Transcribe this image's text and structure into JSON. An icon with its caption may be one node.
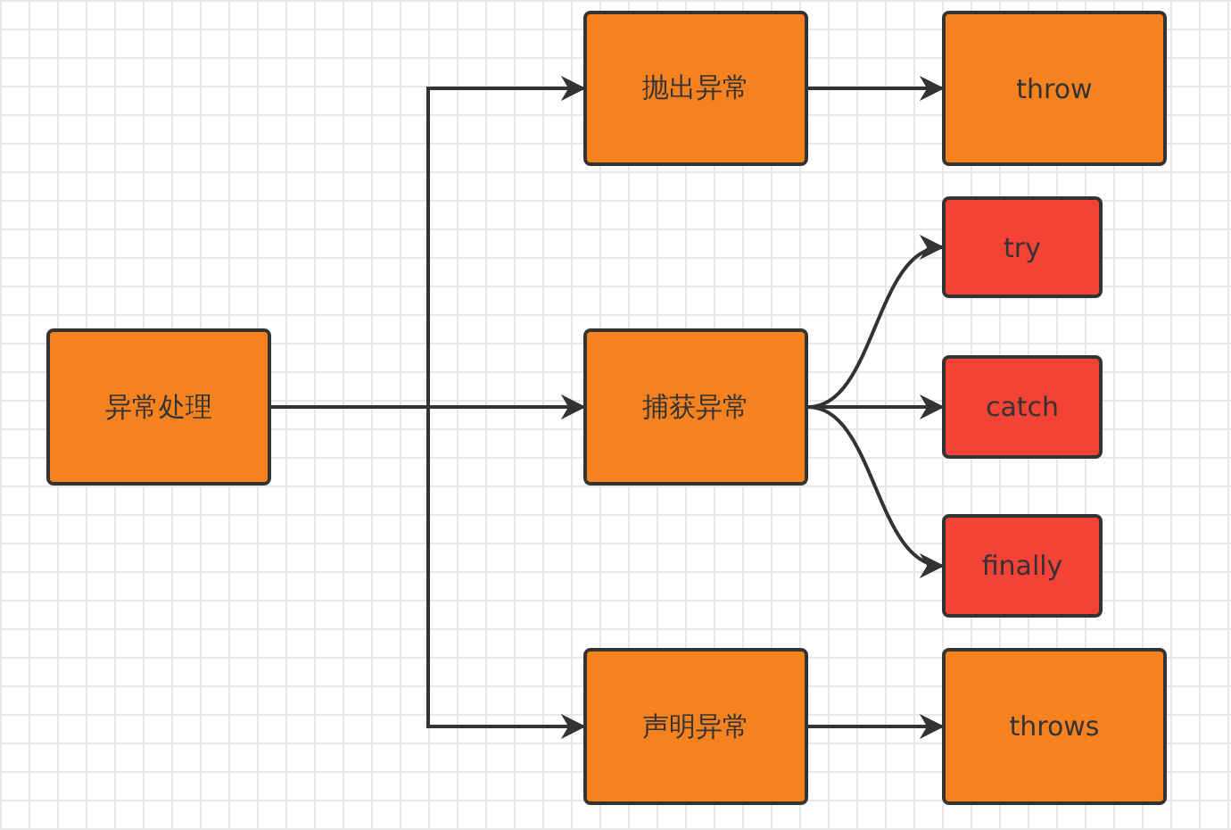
{
  "diagram": {
    "nodes": [
      {
        "text": [
          "异常处理"
        ]
      },
      {
        "text": [
          "抛出异常"
        ]
      },
      {
        "text": [
          "throw"
        ]
      },
      {
        "text": [
          "捕获异常"
        ]
      },
      {
        "text": [
          "try"
        ]
      },
      {
        "text": [
          "catch"
        ]
      },
      {
        "text": [
          "finally"
        ]
      },
      {
        "text": [
          "声明异常"
        ]
      },
      {
        "text": [
          "throws"
        ]
      }
    ],
    "edges": [
      {
        "from": 0,
        "to": 1,
        "arrow": "to"
      },
      {
        "from": 0,
        "to": 3,
        "arrow": "to"
      },
      {
        "from": 0,
        "to": 7,
        "arrow": "to"
      },
      {
        "from": 1,
        "to": 2,
        "arrow": "to"
      },
      {
        "from": 3,
        "to": 4,
        "arrow": "to"
      },
      {
        "from": 3,
        "to": 5,
        "arrow": "to"
      },
      {
        "from": 3,
        "to": 6,
        "arrow": "to"
      },
      {
        "from": 7,
        "to": 8,
        "arrow": "to"
      }
    ]
  }
}
